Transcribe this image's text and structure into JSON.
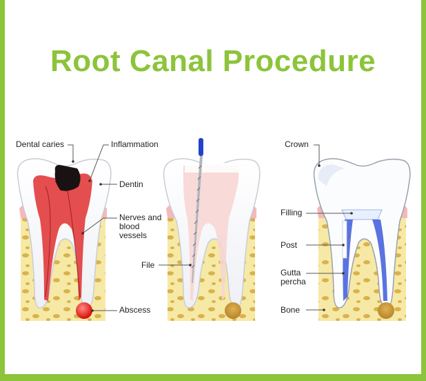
{
  "title": "Root Canal Procedure",
  "labels": {
    "dental_caries": "Dental caries",
    "inflammation": "Inflammation",
    "dentin": "Dentin",
    "nerves": "Nerves and blood vessels",
    "file": "File",
    "abscess": "Abscess",
    "crown": "Crown",
    "filling": "Filling",
    "post": "Post",
    "gutta_percha": "Gutta percha",
    "bone": "Bone"
  },
  "colors": {
    "accent": "#8cc43a",
    "bone": "#f3e6a0",
    "gum": "#f5b8ba",
    "infection": "#e53935",
    "gutta_percha": "#3d5bd9",
    "file_handle": "#2442c8"
  }
}
